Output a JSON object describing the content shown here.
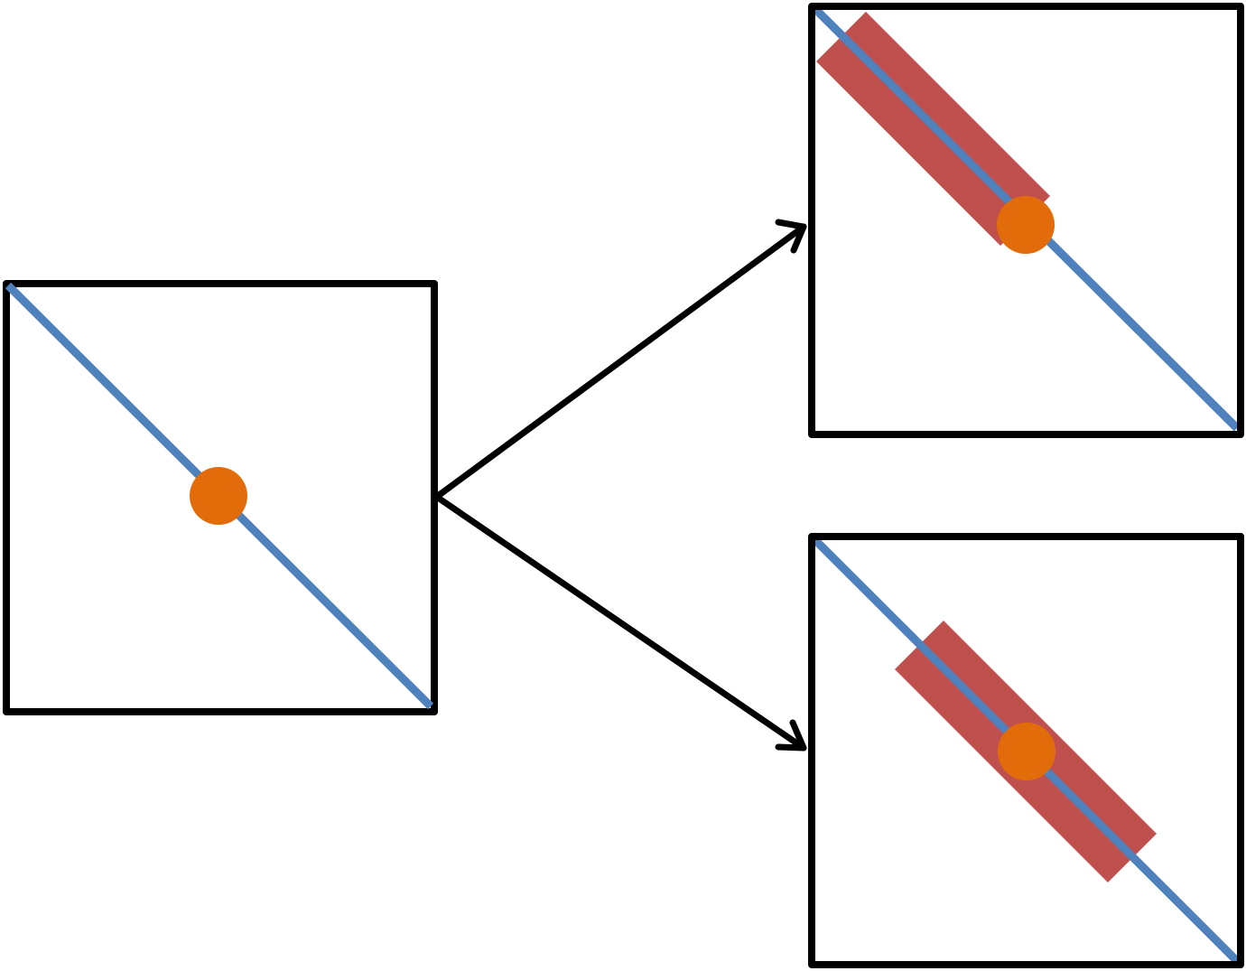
{
  "colors": {
    "frame": "#000000",
    "diagonal": "#4f81bd",
    "dot": "#e36c0a",
    "band": "#c0504d",
    "arrow": "#000000",
    "background": "#ffffff"
  },
  "panels": [
    {
      "id": "source",
      "has_band": false
    },
    {
      "id": "top-right",
      "has_band": true
    },
    {
      "id": "bottom-right",
      "has_band": true
    }
  ],
  "arrows": [
    {
      "from": "source",
      "to": "top-right"
    },
    {
      "from": "source",
      "to": "bottom-right"
    }
  ]
}
